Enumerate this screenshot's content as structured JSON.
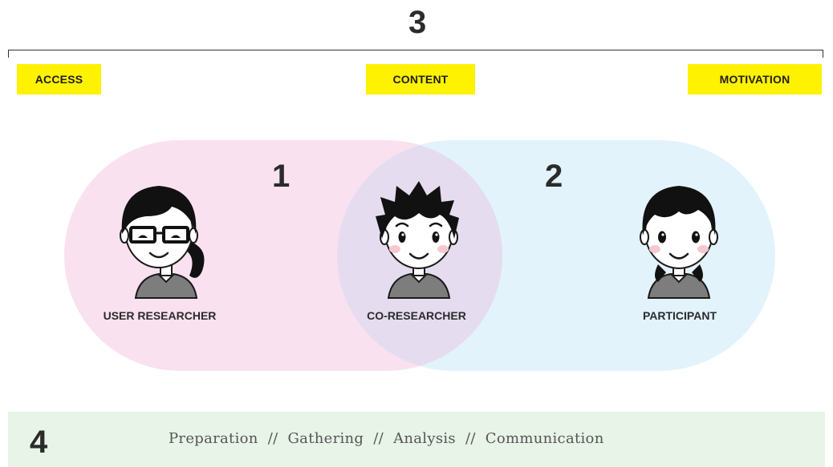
{
  "top_number": "3",
  "tags": {
    "left": "ACCESS",
    "middle": "CONTENT",
    "right": "MOTIVATION"
  },
  "overlap_numbers": {
    "left": "1",
    "right": "2"
  },
  "roles": {
    "left": "USER RESEARCHER",
    "middle": "CO-RESEARCHER",
    "right": "PARTICIPANT"
  },
  "colors": {
    "left_region": "#f9e1ef",
    "right_region": "#e2f3fb",
    "overlap_region": "#e5dcef",
    "tag_background": "#fff200",
    "phase_band": "#e7f4e7"
  },
  "bottom_number": "4",
  "phases": "Preparation  //  Gathering  //  Analysis  //  Communication"
}
